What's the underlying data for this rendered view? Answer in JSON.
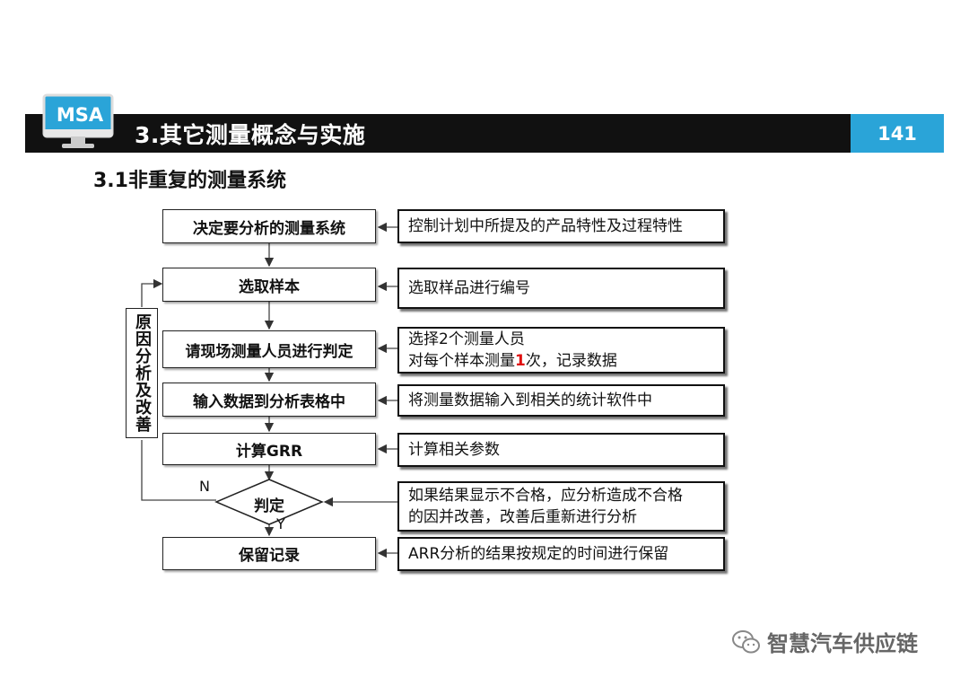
{
  "header": {
    "badge": "MSA",
    "title": "3.其它测量概念与实施",
    "page_number": "141",
    "accent_color": "#2aa4d8"
  },
  "section_title": "3.1非重复的测量系统",
  "flow": {
    "steps": [
      "决定要分析的测量系统",
      "选取样本",
      "请现场测量人员进行判定",
      "输入数据到分析表格中",
      "计算GRR",
      "判定",
      "保留记录"
    ],
    "notes": {
      "n0": "控制计划中所提及的产品特性及过程特性",
      "n1": "选取样品进行编号",
      "n2_line1": "选择2个测量人员",
      "n2_line2_a": "对每个样本测量",
      "n2_line2_b": "1",
      "n2_line2_c": "次，记录数据",
      "n3": "将测量数据输入到相关的统计软件中",
      "n4": "计算相关参数",
      "n5_line1": "如果结果显示不合格，应分析造成不合格",
      "n5_line2": "的因并改善，改善后重新进行分析",
      "n6": "ARR分析的结果按规定的时间进行保留"
    },
    "feedback_label": "原因分析及改善",
    "branch_no": "N",
    "branch_yes": "Y"
  },
  "watermark": "智慧汽车供应链",
  "icons": [
    "monitor-icon",
    "wechat-icon"
  ]
}
